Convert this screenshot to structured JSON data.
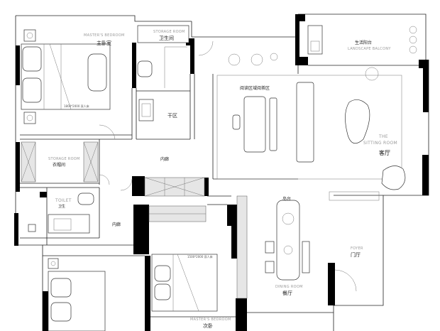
{
  "rooms": {
    "master_bedroom": {
      "en": "MASTER'S BEDROOM",
      "cn": "主卧室",
      "bed_size": "1800*2000 双人床"
    },
    "storage_top": {
      "en": "STORAGE ROOM",
      "cn": "卫生间"
    },
    "dry_area": {
      "cn": "干区"
    },
    "balcony": {
      "cn": "生活阳台",
      "en": "LANDSCAPE BALCONY"
    },
    "study_area": {
      "cn": "阅读区域阅茶区"
    },
    "sitting_room": {
      "en_line1": "THE",
      "en_line2": "SITTING ROOM",
      "cn": "客厅"
    },
    "storage_left": {
      "en": "STORAGE ROOM",
      "cn": "衣帽间"
    },
    "corridor_top": {
      "cn": "内廊"
    },
    "toilet": {
      "en": "TOILET",
      "cn": "卫生"
    },
    "corridor_left": {
      "cn": "内廊"
    },
    "island": {
      "cn": "岛台"
    },
    "foyer": {
      "en": "FOYER",
      "cn": "门厅"
    },
    "dining": {
      "en": "DINING ROOM",
      "cn": "餐厅"
    },
    "second_bedroom": {
      "en": "MASTER'S BEDROOM",
      "cn": "次卧",
      "bed_size": "1500*2000 双人床"
    }
  }
}
